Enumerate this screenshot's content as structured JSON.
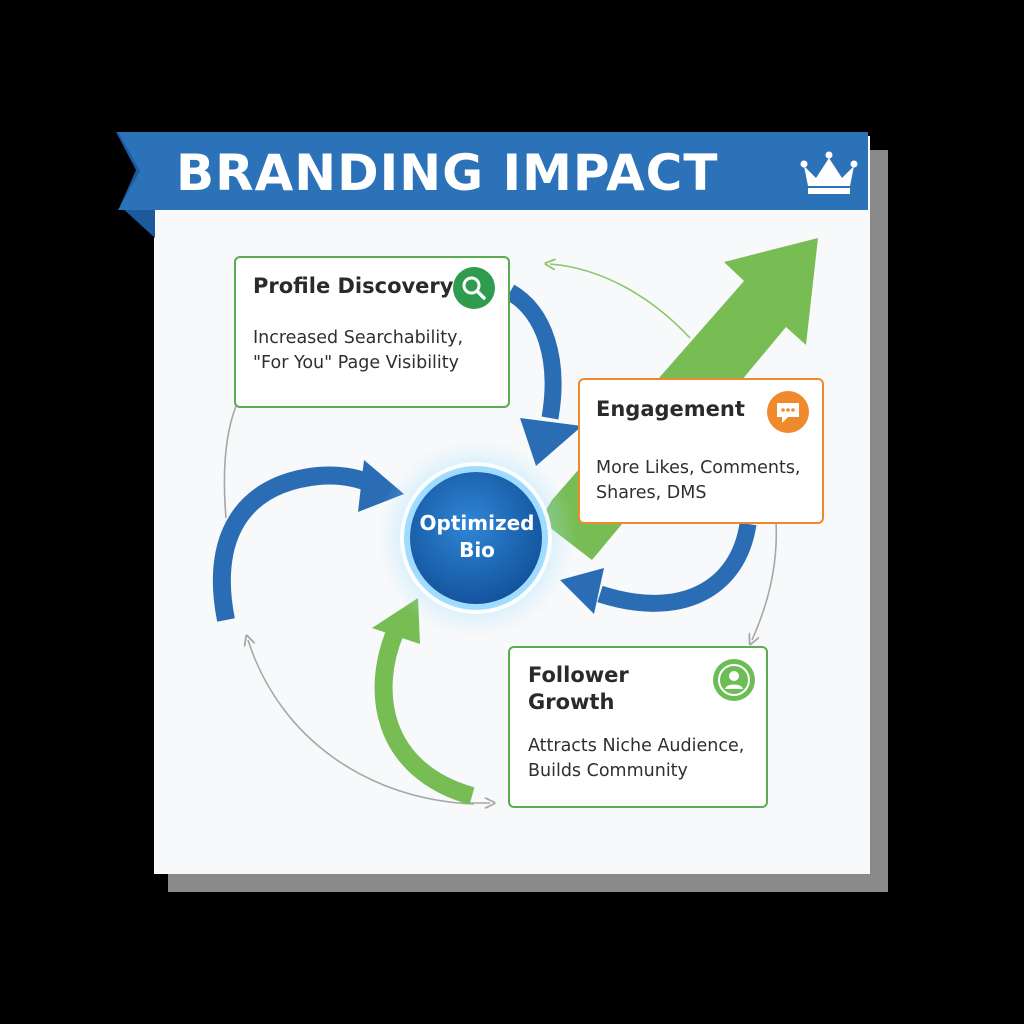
{
  "title": "BRANDING IMPACT",
  "center": {
    "label_line1": "Optimized",
    "label_line2": "Bio"
  },
  "nodes": {
    "profile_discovery": {
      "title": "Profile Discovery",
      "desc_line1": "Increased Searchability,",
      "desc_line2": "\"For You\" Page Visibility",
      "icon": "search-icon"
    },
    "engagement": {
      "title": "Engagement",
      "desc_line1": "More Likes, Comments,",
      "desc_line2": "Shares, DMS",
      "icon": "chat-bubble-icon"
    },
    "follower_growth": {
      "title_line1": "Follower",
      "title_line2": "Growth",
      "desc_line1": "Attracts Niche Audience,",
      "desc_line2": "Builds Community",
      "icon": "user-icon"
    }
  },
  "colors": {
    "banner_blue": "#2b72b9",
    "arrow_blue": "#2a6db5",
    "arrow_green": "#78bd54",
    "node_green_border": "#5aab52",
    "node_orange_border": "#ef8a2c",
    "hub_blue": "#1f66b8",
    "thin_arrow_gray": "#a7a7a7"
  }
}
